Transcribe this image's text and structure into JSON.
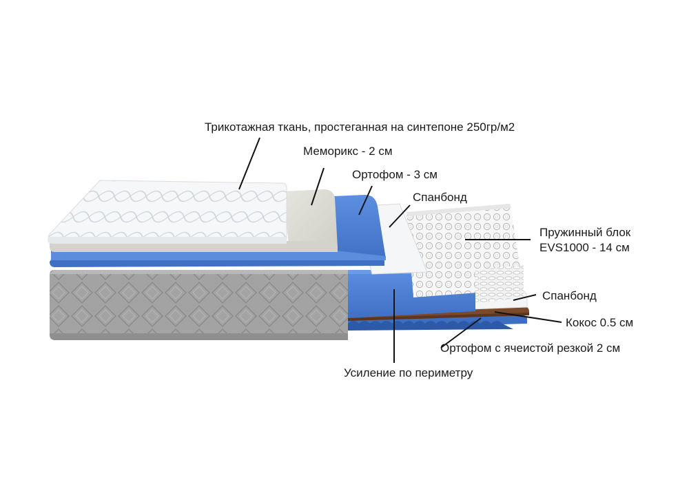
{
  "labels": {
    "fabric": "Трикотажная ткань, простеганная на синтепоне 250гр/м2",
    "memorix": "Меморикс - 2 см",
    "ortofom3": "Ортофом - 3 см",
    "spunbond_top": "Спанбонд",
    "springs_line1": "Пружинный блок",
    "springs_line2": "EVS1000 - 14 см",
    "spunbond_bottom": "Спанбонд",
    "coconut": "Кокос 0.5 см",
    "ortofom_cell": "Ортофом с ячеистой резкой 2 см",
    "perimeter": "Усиление по периметру"
  },
  "colors": {
    "blue_foam": "#4a7fd0",
    "blue_foam_dark": "#3463b4",
    "memory_foam": "#dcdcd4",
    "quilted_top": "#f4f6f8",
    "gray_border": "#9a9a9a",
    "coconut": "#7a4a2a",
    "spunbond": "#f2f4f6",
    "text": "#1a1a1a"
  }
}
